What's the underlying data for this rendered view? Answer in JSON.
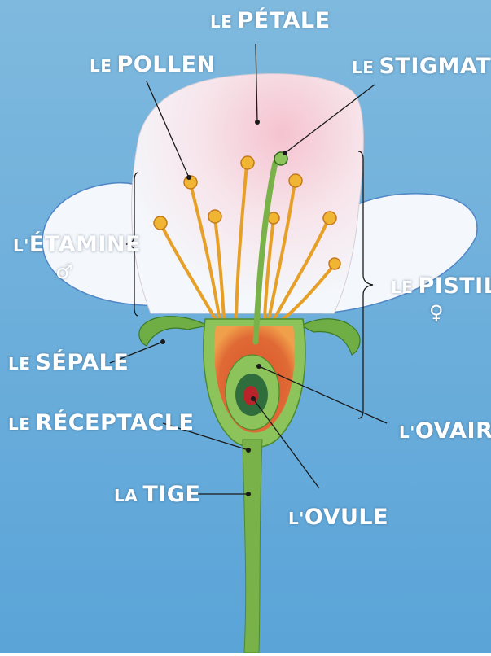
{
  "colors": {
    "background_top": "#7fb9de",
    "background_bottom": "#5aa4d8",
    "petal": "#f4f7fb",
    "petal_pink": "#f5c3d0",
    "stem": "#79b248",
    "receptacle_red": "#d9532b",
    "receptacle_orange": "#f0a04a",
    "stamen": "#e6a028",
    "label_text": "#ffffff",
    "leader_line": "#1a1a1a"
  },
  "labels": {
    "petale": {
      "article": "LE",
      "word": "PÉTALE"
    },
    "pollen": {
      "article": "LE",
      "word": "POLLEN"
    },
    "stigmate": {
      "article": "LE",
      "word": "STIGMATE"
    },
    "etamine": {
      "article": "L'",
      "word": "ÉTAMINE",
      "symbol": "♂"
    },
    "pistil": {
      "article": "LE",
      "word": "PISTIL",
      "symbol": "♀"
    },
    "sepale": {
      "article": "LE",
      "word": "SÉPALE"
    },
    "receptacle": {
      "article": "LE",
      "word": "RÉCEPTACLE"
    },
    "ovaire": {
      "article": "L'",
      "word": "OVAIRE"
    },
    "tige": {
      "article": "LA",
      "word": "TIGE"
    },
    "ovule": {
      "article": "L'",
      "word": "OVULE"
    }
  }
}
